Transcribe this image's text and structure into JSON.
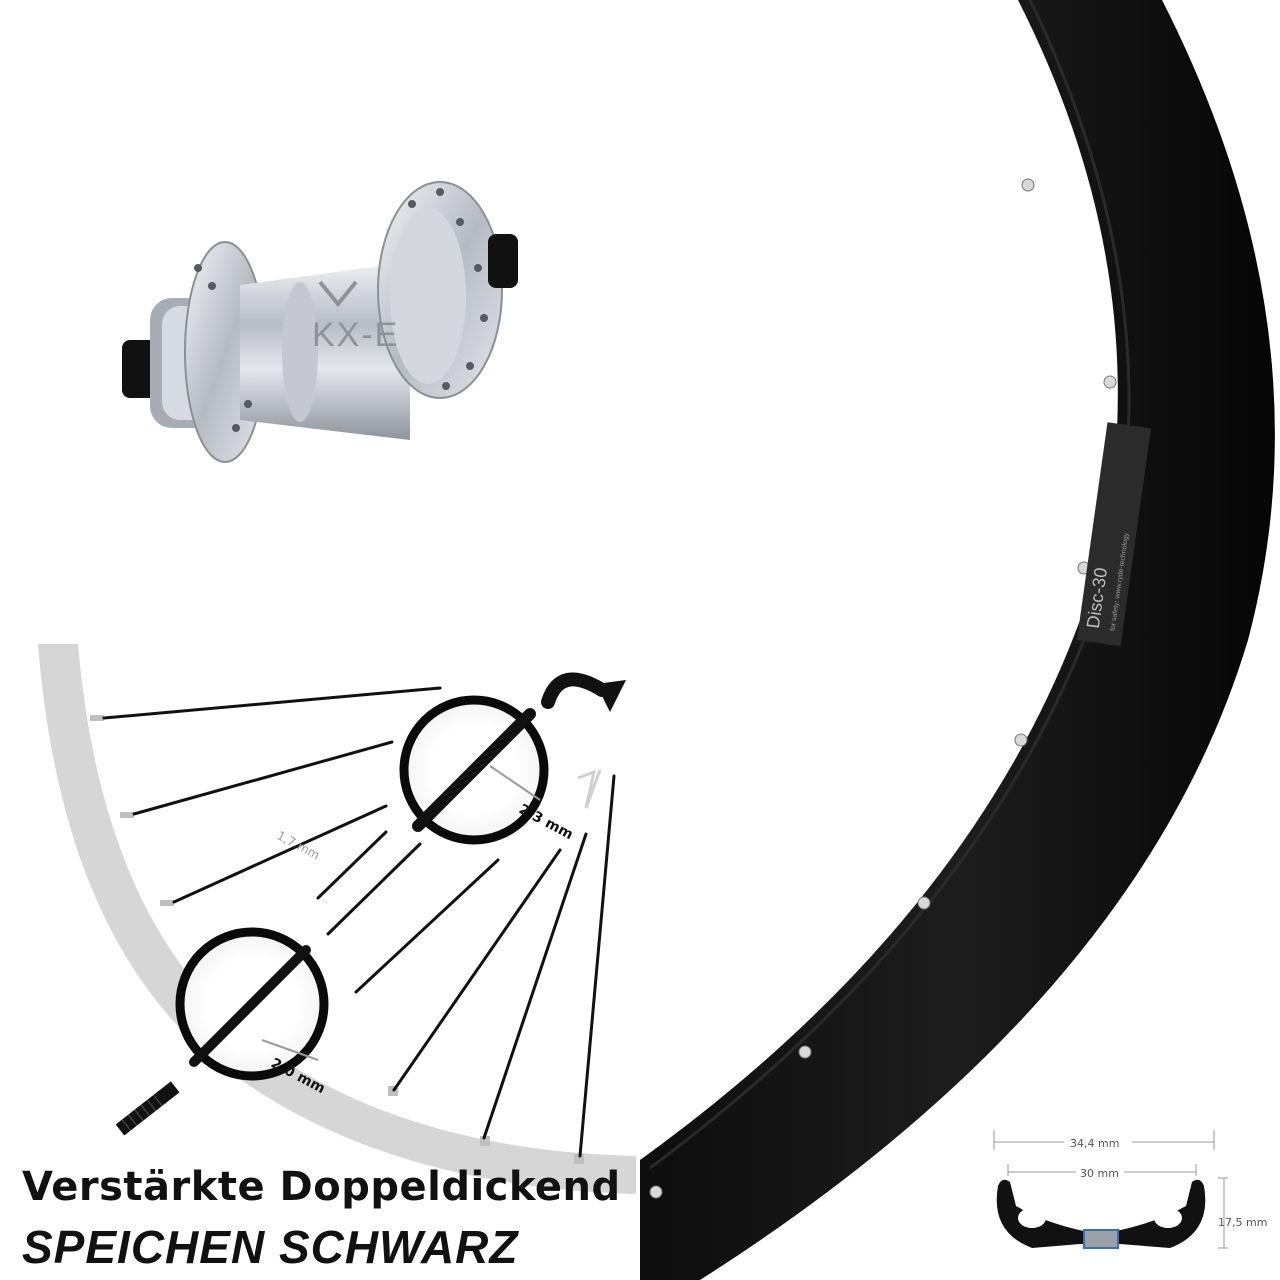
{
  "hub": {
    "label": "KX-E"
  },
  "rim": {
    "label": "Disc-30",
    "sub_label": "for safety: www.ryde-technology"
  },
  "spokes": {
    "callout_thick": "2,3 mm",
    "callout_middle": "1,7 mm",
    "callout_end": "2,0 mm"
  },
  "profile": {
    "outer_width": "34,4 mm",
    "inner_width": "30 mm",
    "height": "17,5 mm"
  },
  "caption": {
    "line1": "Verstärkte Doppeldickend",
    "line2": "SPEICHEN SCHWARZ"
  },
  "colors": {
    "rim": "#0a0a0a",
    "hub_silver": "#c9cdd3",
    "spoke": "#111111",
    "rim_section_grey": "#d6d6d6"
  }
}
